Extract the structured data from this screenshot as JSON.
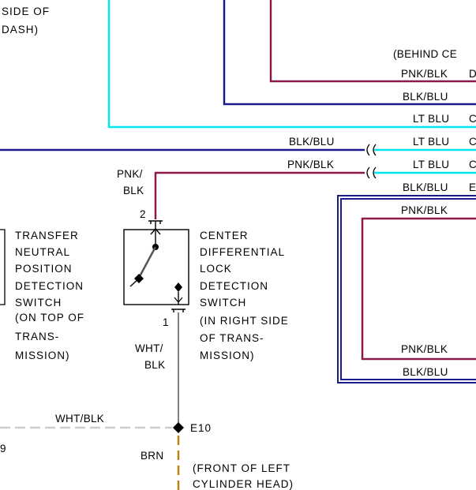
{
  "colors": {
    "background": "#ffffff",
    "ink": "#000000",
    "lt_blu": "#00e5ee",
    "blk_blu": "#1a1a8c",
    "pnk_blk": "#8b1a4a",
    "wht_blk": "#cccccc",
    "brn": "#b8860b",
    "switch_line": "#555555"
  },
  "top_left_note": [
    "SIDE OF",
    "DASH)"
  ],
  "behind_note": "(BEHIND CE",
  "wire_labels": {
    "pnk_blk_top": "PNK/BLK",
    "pnk_blk_top_suffix": "D",
    "blk_blu_top": "BLK/BLU",
    "lt_blu_1": "LT BLU",
    "lt_blu_1_suffix": "C",
    "blk_blu_main": "BLK/BLU",
    "lt_blu_2": "LT BLU",
    "lt_blu_2_suffix": "C",
    "pnk_blk_main": "PNK/BLK",
    "lt_blu_3": "LT BLU",
    "lt_blu_3_suffix": "C",
    "blk_blu_box": "BLK/BLU",
    "blk_blu_box_suffix": "E",
    "pnk_blk_box_top": "PNK/BLK",
    "pnk_blk_box_bottom": "PNK/BLK",
    "blk_blu_box_bottom": "BLK/BLU",
    "pnk_blk_vertical": [
      "PNK/",
      "BLK"
    ],
    "wht_blk_vertical": [
      "WHT/",
      "BLK"
    ],
    "wht_blk_horizontal": "WHT/BLK",
    "brn": "BRN",
    "left_edge_number": "9"
  },
  "pins": {
    "top": "2",
    "bottom": "1"
  },
  "transfer_switch_label": [
    "TRANSFER",
    "NEUTRAL",
    "POSITION",
    "DETECTION",
    "SWITCH",
    "(ON TOP OF",
    "TRANS-",
    "MISSION)"
  ],
  "center_switch_label": [
    "CENTER",
    "DIFFERENTIAL",
    "LOCK",
    "DETECTION",
    "SWITCH",
    "(IN RIGHT SIDE",
    "OF TRANS-",
    "MISSION)"
  ],
  "ground": {
    "id": "E10",
    "location": [
      "(FRONT OF LEFT",
      "CYLINDER HEAD)"
    ]
  }
}
